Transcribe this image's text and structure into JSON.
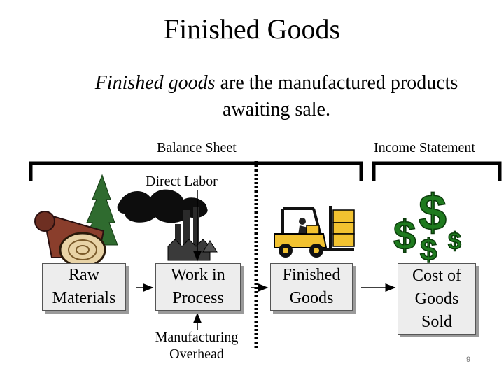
{
  "title": "Finished Goods",
  "definition": {
    "term": "Finished goods",
    "rest": " are the manufactured products awaiting sale."
  },
  "sections": {
    "balance_sheet": "Balance Sheet",
    "income_statement": "Income Statement"
  },
  "inputs": {
    "direct_labor": "Direct Labor",
    "manufacturing_overhead": "Manufacturing Overhead"
  },
  "boxes": {
    "raw_materials": "Raw Materials",
    "work_in_process": "Work in Process",
    "finished_goods": "Finished Goods",
    "cost_of_goods_sold": "Cost of Goods Sold"
  },
  "page_number": "9",
  "colors": {
    "money_green": "#1e7a1e",
    "forklift_yellow": "#f2c230",
    "box_fill": "#ededed"
  },
  "icons": [
    "log-icon",
    "tree-icon",
    "factory-icon",
    "forklift-icon",
    "dollar-icon"
  ]
}
